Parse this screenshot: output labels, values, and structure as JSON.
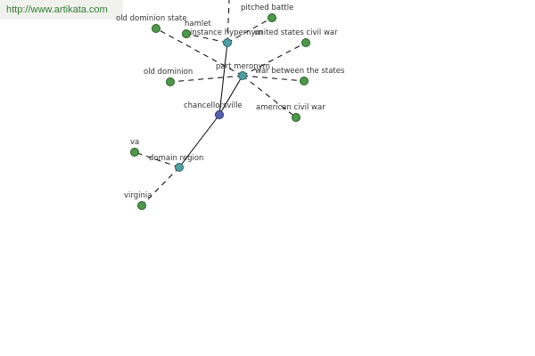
{
  "watermark": {
    "text": "http://www.artikata.com"
  },
  "colors": {
    "leaf_node": "#4c9a48",
    "relation_node": "#4f9fa4",
    "root_node": "#5560b0",
    "watermark_text": "#2f7d2f",
    "watermark_bg": "#f1f1ee"
  },
  "graph": {
    "nodes": [
      {
        "id": "chancellorsville",
        "label": "chancellorsville",
        "kind": "root"
      },
      {
        "id": "instance-hypernym",
        "label": "instance hypernym",
        "kind": "relation"
      },
      {
        "id": "part-meronym",
        "label": "part meronym",
        "kind": "relation"
      },
      {
        "id": "domain-region",
        "label": "domain region",
        "kind": "relation"
      },
      {
        "id": "pitched-battle",
        "label": "pitched battle",
        "kind": "leaf"
      },
      {
        "id": "hamlet",
        "label": "hamlet",
        "kind": "leaf"
      },
      {
        "id": "old-dominion-state",
        "label": "old dominion state",
        "kind": "leaf"
      },
      {
        "id": "united-states-civil-war",
        "label": "united states civil war",
        "kind": "leaf"
      },
      {
        "id": "old-dominion",
        "label": "old dominion",
        "kind": "leaf"
      },
      {
        "id": "war-between-the-states",
        "label": "war between the states",
        "kind": "leaf"
      },
      {
        "id": "american-civil-war",
        "label": "american civil war",
        "kind": "leaf"
      },
      {
        "id": "va",
        "label": "va",
        "kind": "leaf"
      },
      {
        "id": "virginia",
        "label": "virginia",
        "kind": "leaf"
      }
    ],
    "edges": [
      {
        "from": "chancellorsville",
        "to": "instance-hypernym",
        "style": "solid"
      },
      {
        "from": "chancellorsville",
        "to": "part-meronym",
        "style": "solid"
      },
      {
        "from": "chancellorsville",
        "to": "domain-region",
        "style": "solid"
      },
      {
        "from": "instance-hypernym",
        "to": "pitched-battle",
        "style": "dashed"
      },
      {
        "from": "instance-hypernym",
        "to": "hamlet",
        "style": "dashed"
      },
      {
        "from": "instance-hypernym",
        "to": "top-offscreen",
        "style": "dashed"
      },
      {
        "from": "part-meronym",
        "to": "old-dominion-state",
        "style": "dashed"
      },
      {
        "from": "part-meronym",
        "to": "united-states-civil-war",
        "style": "dashed"
      },
      {
        "from": "part-meronym",
        "to": "old-dominion",
        "style": "dashed"
      },
      {
        "from": "part-meronym",
        "to": "war-between-the-states",
        "style": "dashed"
      },
      {
        "from": "part-meronym",
        "to": "american-civil-war",
        "style": "dashed"
      },
      {
        "from": "domain-region",
        "to": "va",
        "style": "dashed"
      },
      {
        "from": "domain-region",
        "to": "virginia",
        "style": "dashed"
      }
    ]
  }
}
